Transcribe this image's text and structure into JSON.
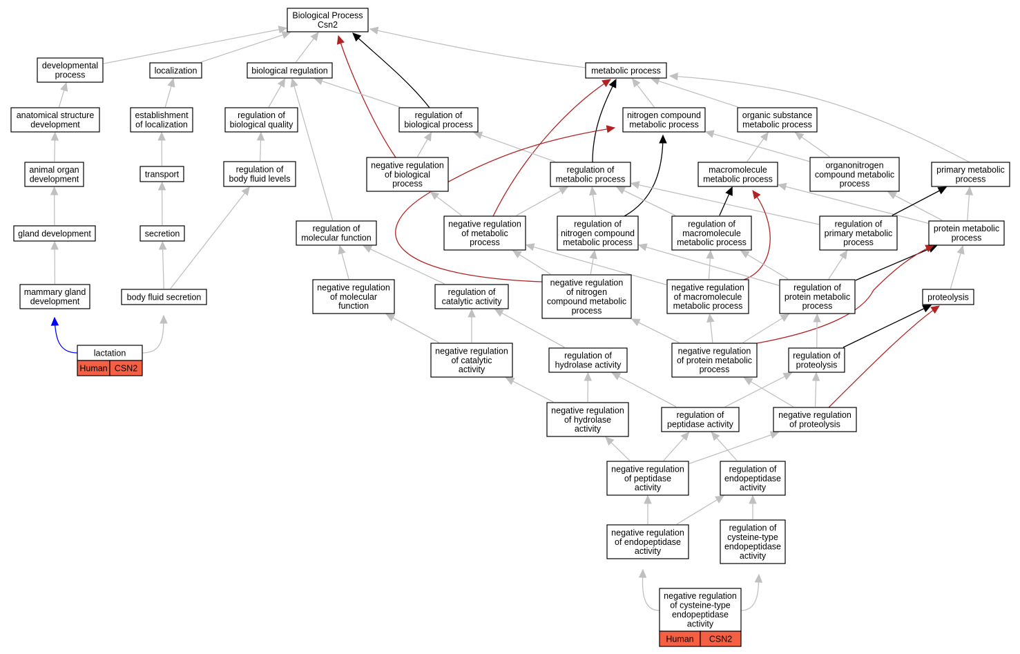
{
  "colors": {
    "default_edge": "#c0c0c0",
    "neg_regulates": "#b22222",
    "regulates": "#000000",
    "is_annotated": "#0000ff",
    "annotation_fill": "#f55f44"
  },
  "nodes": [
    {
      "id": "root",
      "lines": [
        "Biological Process",
        "Csn2"
      ]
    },
    {
      "id": "dev_proc",
      "lines": [
        "developmental",
        "process"
      ]
    },
    {
      "id": "localization",
      "lines": [
        "localization"
      ]
    },
    {
      "id": "bio_reg",
      "lines": [
        "biological regulation"
      ]
    },
    {
      "id": "metabolic",
      "lines": [
        "metabolic process"
      ]
    },
    {
      "id": "anat_dev",
      "lines": [
        "anatomical structure",
        "development"
      ]
    },
    {
      "id": "estab_loc",
      "lines": [
        "establishment",
        "of localization"
      ]
    },
    {
      "id": "reg_bio_quality",
      "lines": [
        "regulation of",
        "biological quality"
      ]
    },
    {
      "id": "reg_bio_proc",
      "lines": [
        "regulation of",
        "biological process"
      ]
    },
    {
      "id": "nitrogen_met",
      "lines": [
        "nitrogen compound",
        "metabolic process"
      ]
    },
    {
      "id": "organic_met",
      "lines": [
        "organic substance",
        "metabolic process"
      ]
    },
    {
      "id": "animal_organ",
      "lines": [
        "animal organ",
        "development"
      ]
    },
    {
      "id": "transport",
      "lines": [
        "transport"
      ]
    },
    {
      "id": "reg_body_fluid",
      "lines": [
        "regulation of",
        "body fluid levels"
      ]
    },
    {
      "id": "neg_reg_bio_proc",
      "lines": [
        "negative regulation",
        "of biological",
        "process"
      ]
    },
    {
      "id": "reg_met_proc",
      "lines": [
        "regulation of",
        "metabolic process"
      ]
    },
    {
      "id": "macro_met",
      "lines": [
        "macromolecule",
        "metabolic process"
      ]
    },
    {
      "id": "organonitrogen",
      "lines": [
        "organonitrogen",
        "compound metabolic",
        "process"
      ]
    },
    {
      "id": "primary_met",
      "lines": [
        "primary metabolic",
        "process"
      ]
    },
    {
      "id": "gland_dev",
      "lines": [
        "gland development"
      ]
    },
    {
      "id": "secretion",
      "lines": [
        "secretion"
      ]
    },
    {
      "id": "reg_mol_func",
      "lines": [
        "regulation of",
        "molecular function"
      ]
    },
    {
      "id": "neg_reg_met",
      "lines": [
        "negative regulation",
        "of metabolic",
        "process"
      ]
    },
    {
      "id": "reg_nitrogen",
      "lines": [
        "regulation of",
        "nitrogen compound",
        "metabolic process"
      ]
    },
    {
      "id": "reg_macro",
      "lines": [
        "regulation of",
        "macromolecule",
        "metabolic process"
      ]
    },
    {
      "id": "reg_primary",
      "lines": [
        "regulation of",
        "primary metabolic",
        "process"
      ]
    },
    {
      "id": "protein_met",
      "lines": [
        "protein metabolic",
        "process"
      ]
    },
    {
      "id": "mammary",
      "lines": [
        "mammary gland",
        "development"
      ]
    },
    {
      "id": "body_fluid_sec",
      "lines": [
        "body fluid secretion"
      ]
    },
    {
      "id": "neg_reg_mol_func",
      "lines": [
        "negative regulation",
        "of molecular",
        "function"
      ]
    },
    {
      "id": "reg_catalytic",
      "lines": [
        "regulation of",
        "catalytic activity"
      ]
    },
    {
      "id": "neg_reg_nitrogen",
      "lines": [
        "negative regulation",
        "of nitrogen",
        "compound metabolic",
        "process"
      ]
    },
    {
      "id": "neg_reg_macro",
      "lines": [
        "negative regulation",
        "of macromolecule",
        "metabolic process"
      ]
    },
    {
      "id": "reg_protein_met",
      "lines": [
        "regulation of",
        "protein metabolic",
        "process"
      ]
    },
    {
      "id": "proteolysis",
      "lines": [
        "proteolysis"
      ]
    },
    {
      "id": "lactation",
      "lines": [
        "lactation"
      ],
      "annotation": [
        "Human",
        "CSN2"
      ]
    },
    {
      "id": "neg_reg_catalytic",
      "lines": [
        "negative regulation",
        "of catalytic",
        "activity"
      ]
    },
    {
      "id": "reg_hydrolase",
      "lines": [
        "regulation of",
        "hydrolase activity"
      ]
    },
    {
      "id": "neg_reg_protein_met",
      "lines": [
        "negative regulation",
        "of protein metabolic",
        "process"
      ]
    },
    {
      "id": "reg_proteolysis",
      "lines": [
        "regulation of",
        "proteolysis"
      ]
    },
    {
      "id": "neg_reg_hydrolase",
      "lines": [
        "negative regulation",
        "of hydrolase",
        "activity"
      ]
    },
    {
      "id": "reg_peptidase",
      "lines": [
        "regulation of",
        "peptidase activity"
      ]
    },
    {
      "id": "neg_reg_proteolysis",
      "lines": [
        "negative regulation",
        "of proteolysis"
      ]
    },
    {
      "id": "neg_reg_peptidase",
      "lines": [
        "negative regulation",
        "of peptidase",
        "activity"
      ]
    },
    {
      "id": "reg_endopeptidase",
      "lines": [
        "regulation of",
        "endopeptidase",
        "activity"
      ]
    },
    {
      "id": "neg_reg_endopeptidase",
      "lines": [
        "negative regulation",
        "of endopeptidase",
        "activity"
      ]
    },
    {
      "id": "reg_cysteine",
      "lines": [
        "regulation of",
        "cysteine-type",
        "endopeptidase",
        "activity"
      ]
    },
    {
      "id": "neg_reg_cysteine",
      "lines": [
        "negative regulation",
        "of cysteine-type",
        "endopeptidase",
        "activity"
      ],
      "annotation": [
        "Human",
        "CSN2"
      ]
    }
  ],
  "edges": [
    {
      "from": "dev_proc",
      "to": "root",
      "type": "is_a"
    },
    {
      "from": "localization",
      "to": "root",
      "type": "is_a"
    },
    {
      "from": "bio_reg",
      "to": "root",
      "type": "is_a"
    },
    {
      "from": "metabolic",
      "to": "root",
      "type": "is_a"
    },
    {
      "from": "reg_bio_proc",
      "to": "root",
      "type": "regulates"
    },
    {
      "from": "neg_reg_bio_proc",
      "to": "root",
      "type": "negatively_regulates"
    },
    {
      "from": "anat_dev",
      "to": "dev_proc",
      "type": "is_a"
    },
    {
      "from": "estab_loc",
      "to": "localization",
      "type": "is_a"
    },
    {
      "from": "reg_bio_quality",
      "to": "bio_reg",
      "type": "is_a"
    },
    {
      "from": "reg_bio_proc",
      "to": "bio_reg",
      "type": "is_a"
    },
    {
      "from": "reg_mol_func",
      "to": "bio_reg",
      "type": "is_a"
    },
    {
      "from": "nitrogen_met",
      "to": "metabolic",
      "type": "is_a"
    },
    {
      "from": "organic_met",
      "to": "metabolic",
      "type": "is_a"
    },
    {
      "from": "primary_met",
      "to": "metabolic",
      "type": "is_a"
    },
    {
      "from": "reg_met_proc",
      "to": "metabolic",
      "type": "regulates"
    },
    {
      "from": "neg_reg_met",
      "to": "metabolic",
      "type": "negatively_regulates"
    },
    {
      "from": "animal_organ",
      "to": "anat_dev",
      "type": "is_a"
    },
    {
      "from": "transport",
      "to": "estab_loc",
      "type": "is_a"
    },
    {
      "from": "reg_body_fluid",
      "to": "reg_bio_quality",
      "type": "is_a"
    },
    {
      "from": "neg_reg_bio_proc",
      "to": "reg_bio_proc",
      "type": "is_a"
    },
    {
      "from": "reg_met_proc",
      "to": "reg_bio_proc",
      "type": "is_a"
    },
    {
      "from": "macro_met",
      "to": "organic_met",
      "type": "is_a"
    },
    {
      "from": "organonitrogen",
      "to": "organic_met",
      "type": "is_a"
    },
    {
      "from": "organonitrogen",
      "to": "nitrogen_met",
      "type": "is_a"
    },
    {
      "from": "reg_nitrogen",
      "to": "nitrogen_met",
      "type": "regulates"
    },
    {
      "from": "neg_reg_nitrogen",
      "to": "nitrogen_met",
      "type": "negatively_regulates"
    },
    {
      "from": "gland_dev",
      "to": "animal_organ",
      "type": "is_a"
    },
    {
      "from": "secretion",
      "to": "transport",
      "type": "is_a"
    },
    {
      "from": "body_fluid_sec",
      "to": "reg_body_fluid",
      "type": "is_a"
    },
    {
      "from": "neg_reg_met",
      "to": "neg_reg_bio_proc",
      "type": "is_a"
    },
    {
      "from": "neg_reg_met",
      "to": "reg_met_proc",
      "type": "is_a"
    },
    {
      "from": "reg_nitrogen",
      "to": "reg_met_proc",
      "type": "is_a"
    },
    {
      "from": "reg_macro",
      "to": "reg_met_proc",
      "type": "is_a"
    },
    {
      "from": "reg_primary",
      "to": "reg_met_proc",
      "type": "is_a"
    },
    {
      "from": "reg_macro",
      "to": "macro_met",
      "type": "regulates"
    },
    {
      "from": "neg_reg_macro",
      "to": "macro_met",
      "type": "negatively_regulates"
    },
    {
      "from": "protein_met",
      "to": "macro_met",
      "type": "is_a"
    },
    {
      "from": "protein_met",
      "to": "organonitrogen",
      "type": "is_a"
    },
    {
      "from": "protein_met",
      "to": "primary_met",
      "type": "is_a"
    },
    {
      "from": "reg_primary",
      "to": "primary_met",
      "type": "regulates"
    },
    {
      "from": "mammary",
      "to": "gland_dev",
      "type": "is_a"
    },
    {
      "from": "body_fluid_sec",
      "to": "secretion",
      "type": "is_a"
    },
    {
      "from": "neg_reg_mol_func",
      "to": "reg_mol_func",
      "type": "is_a"
    },
    {
      "from": "reg_catalytic",
      "to": "reg_mol_func",
      "type": "is_a"
    },
    {
      "from": "neg_reg_nitrogen",
      "to": "neg_reg_met",
      "type": "is_a"
    },
    {
      "from": "neg_reg_nitrogen",
      "to": "reg_nitrogen",
      "type": "is_a"
    },
    {
      "from": "neg_reg_macro",
      "to": "neg_reg_met",
      "type": "is_a"
    },
    {
      "from": "neg_reg_macro",
      "to": "reg_macro",
      "type": "is_a"
    },
    {
      "from": "reg_protein_met",
      "to": "reg_macro",
      "type": "is_a"
    },
    {
      "from": "reg_protein_met",
      "to": "reg_nitrogen",
      "type": "is_a"
    },
    {
      "from": "reg_protein_met",
      "to": "reg_primary",
      "type": "is_a"
    },
    {
      "from": "reg_protein_met",
      "to": "protein_met",
      "type": "regulates"
    },
    {
      "from": "proteolysis",
      "to": "protein_met",
      "type": "is_a"
    },
    {
      "from": "neg_reg_protein_met",
      "to": "protein_met",
      "type": "negatively_regulates"
    },
    {
      "from": "lactation",
      "to": "mammary",
      "type": "annotated"
    },
    {
      "from": "lactation",
      "to": "body_fluid_sec",
      "type": "is_a"
    },
    {
      "from": "neg_reg_catalytic",
      "to": "neg_reg_mol_func",
      "type": "is_a"
    },
    {
      "from": "neg_reg_catalytic",
      "to": "reg_catalytic",
      "type": "is_a"
    },
    {
      "from": "reg_hydrolase",
      "to": "reg_catalytic",
      "type": "is_a"
    },
    {
      "from": "neg_reg_protein_met",
      "to": "neg_reg_nitrogen",
      "type": "is_a"
    },
    {
      "from": "neg_reg_protein_met",
      "to": "neg_reg_macro",
      "type": "is_a"
    },
    {
      "from": "neg_reg_protein_met",
      "to": "reg_protein_met",
      "type": "is_a"
    },
    {
      "from": "reg_proteolysis",
      "to": "reg_protein_met",
      "type": "is_a"
    },
    {
      "from": "reg_proteolysis",
      "to": "proteolysis",
      "type": "regulates"
    },
    {
      "from": "neg_reg_proteolysis",
      "to": "proteolysis",
      "type": "negatively_regulates"
    },
    {
      "from": "neg_reg_hydrolase",
      "to": "neg_reg_catalytic",
      "type": "is_a"
    },
    {
      "from": "neg_reg_hydrolase",
      "to": "reg_hydrolase",
      "type": "is_a"
    },
    {
      "from": "reg_peptidase",
      "to": "reg_hydrolase",
      "type": "is_a"
    },
    {
      "from": "reg_peptidase",
      "to": "reg_proteolysis",
      "type": "is_a"
    },
    {
      "from": "neg_reg_proteolysis",
      "to": "reg_proteolysis",
      "type": "is_a"
    },
    {
      "from": "neg_reg_proteolysis",
      "to": "neg_reg_protein_met",
      "type": "is_a"
    },
    {
      "from": "neg_reg_peptidase",
      "to": "neg_reg_hydrolase",
      "type": "is_a"
    },
    {
      "from": "neg_reg_peptidase",
      "to": "reg_peptidase",
      "type": "is_a"
    },
    {
      "from": "neg_reg_peptidase",
      "to": "neg_reg_proteolysis",
      "type": "is_a"
    },
    {
      "from": "reg_endopeptidase",
      "to": "reg_peptidase",
      "type": "is_a"
    },
    {
      "from": "neg_reg_endopeptidase",
      "to": "neg_reg_peptidase",
      "type": "is_a"
    },
    {
      "from": "neg_reg_endopeptidase",
      "to": "reg_endopeptidase",
      "type": "is_a"
    },
    {
      "from": "reg_cysteine",
      "to": "reg_endopeptidase",
      "type": "is_a"
    },
    {
      "from": "neg_reg_cysteine",
      "to": "neg_reg_endopeptidase",
      "type": "is_a"
    },
    {
      "from": "neg_reg_cysteine",
      "to": "reg_cysteine",
      "type": "is_a"
    }
  ]
}
